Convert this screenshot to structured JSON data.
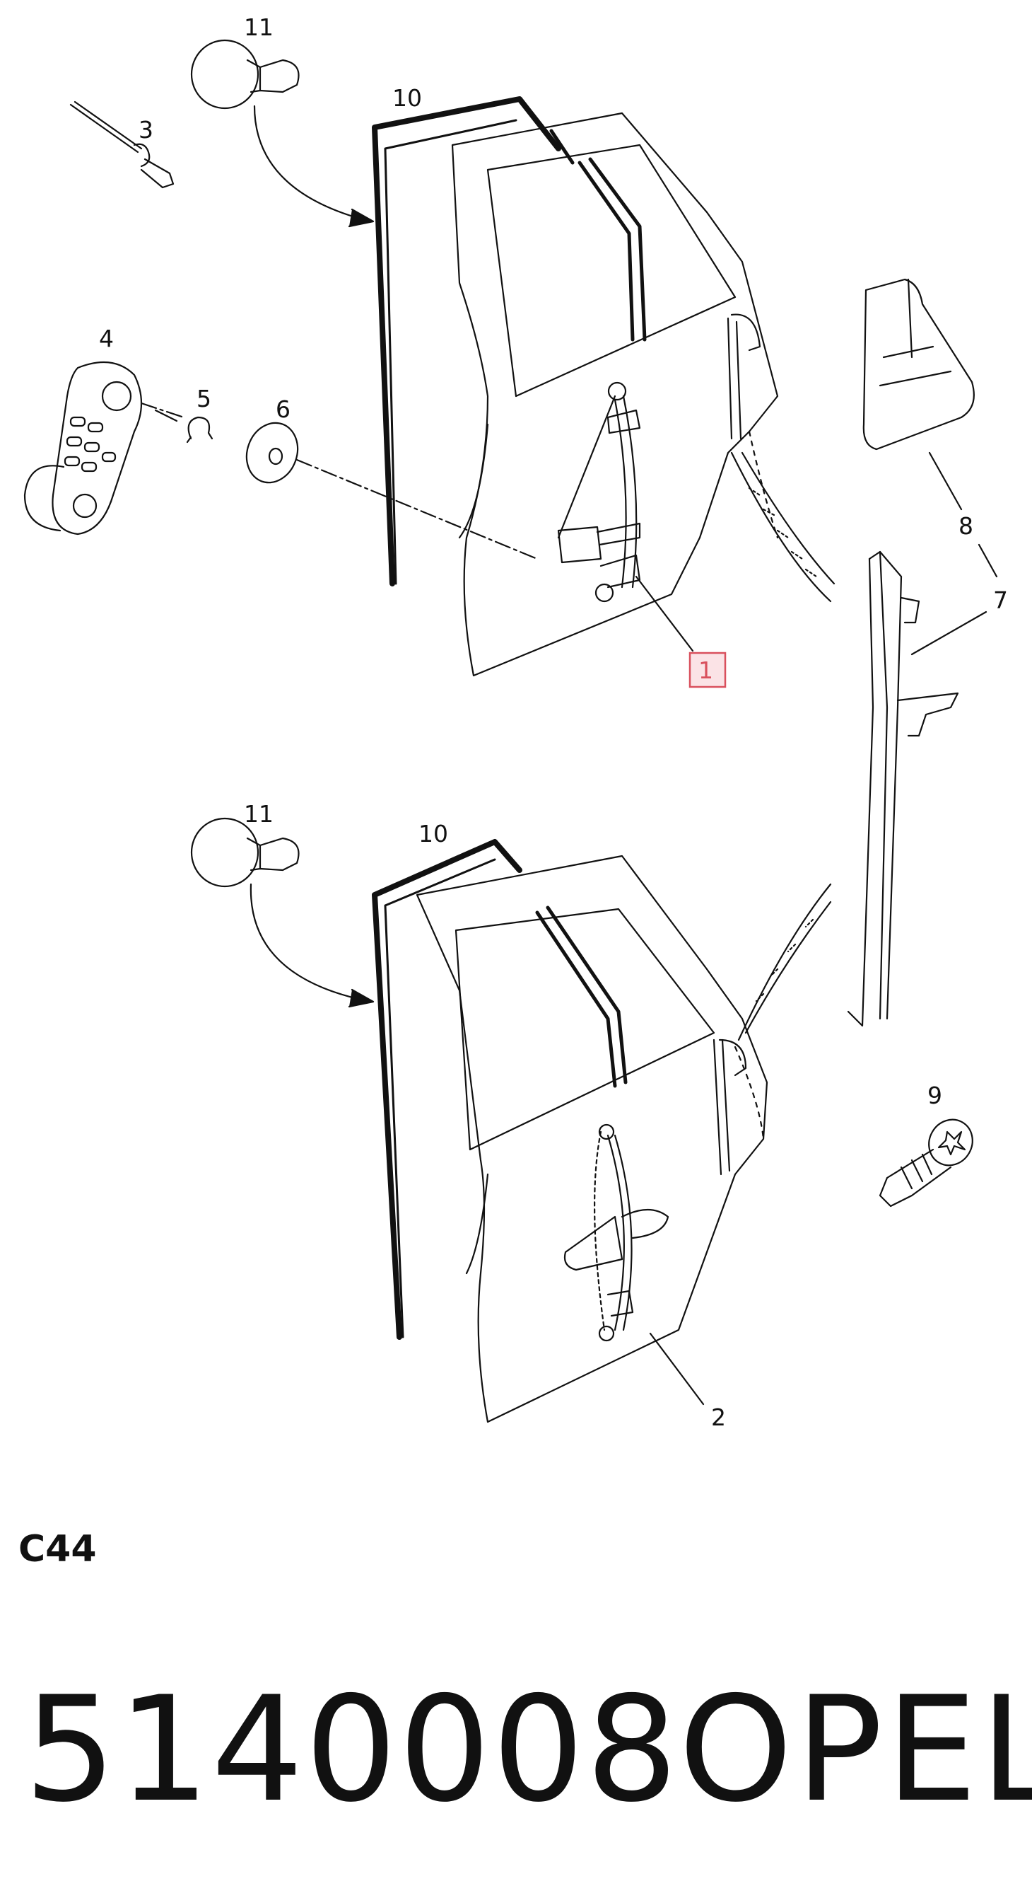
{
  "diagram": {
    "callouts": {
      "c1": "1",
      "c2": "2",
      "c3": "3",
      "c4": "4",
      "c5": "5",
      "c6": "6",
      "c7": "7",
      "c8": "8",
      "c9": "9",
      "c10_top": "10",
      "c10_bottom": "10",
      "c11_top": "11",
      "c11_bottom": "11"
    },
    "highlight_color": "#d9505d"
  },
  "footer": {
    "section_code": "C44",
    "part_number": "5140008",
    "brand": "OPEL"
  }
}
